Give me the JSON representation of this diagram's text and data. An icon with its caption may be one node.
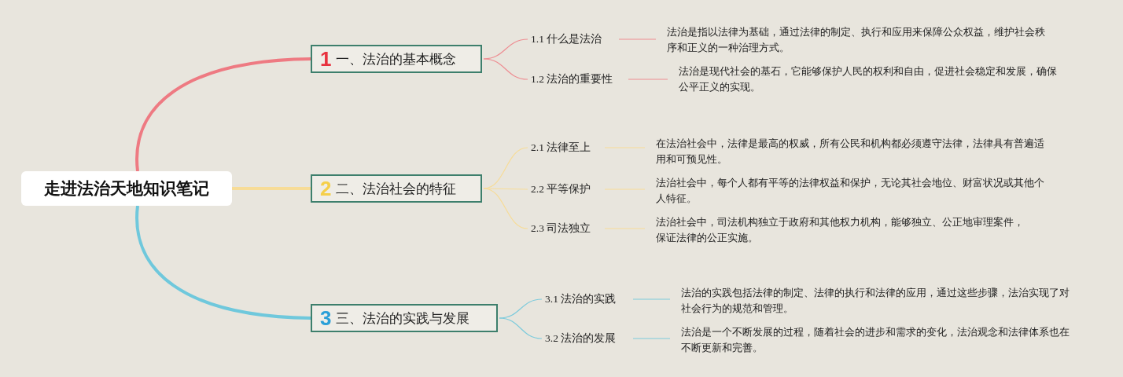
{
  "diagram": {
    "nodes": [
      {
        "text": [
          "走进法治天地知识笔记"
        ]
      },
      {
        "text": [
          "1",
          "一、法治的基本概念"
        ]
      },
      {
        "text": [
          "1.1 什么是法治"
        ]
      },
      {
        "text": [
          "法治是指以法律为基础，通过法律的制定、执行和应用来保障公众权益，维护社会秩序和正义的一种治理方式。"
        ]
      },
      {
        "text": [
          "1.2 法治的重要性"
        ]
      },
      {
        "text": [
          "法治是现代社会的基石，它能够保护人民的权利和自由，促进社会稳定和发展，确保公平正义的实现。"
        ]
      },
      {
        "text": [
          "2",
          "二、法治社会的特征"
        ]
      },
      {
        "text": [
          "2.1 法律至上"
        ]
      },
      {
        "text": [
          "在法治社会中，法律是最高的权威，所有公民和机构都必须遵守法律，法律具有普遍适用和可预见性。"
        ]
      },
      {
        "text": [
          "2.2 平等保护"
        ]
      },
      {
        "text": [
          "法治社会中，每个人都有平等的法律权益和保护，无论其社会地位、财富状况或其他个人特征。"
        ]
      },
      {
        "text": [
          "2.3 司法独立"
        ]
      },
      {
        "text": [
          "法治社会中，司法机构独立于政府和其他权力机构，能够独立、公正地审理案件，保证法律的公正实施。"
        ]
      },
      {
        "text": [
          "3",
          "三、法治的实践与发展"
        ]
      },
      {
        "text": [
          "3.1 法治的实践"
        ]
      },
      {
        "text": [
          "法治的实践包括法律的制定、法律的执行和法律的应用，通过这些步骤，法治实现了对社会行为的规范和管理。"
        ]
      },
      {
        "text": [
          "3.2 法治的发展"
        ]
      },
      {
        "text": [
          "法治是一个不断发展的过程，随着社会的进步和需求的变化，法治观念和法律体系也在不断更新和完善。"
        ]
      }
    ],
    "edges": [
      {
        "from": 0,
        "to": 1,
        "arrow": "none",
        "style": "thick",
        "color": "#ee7a82"
      },
      {
        "from": 1,
        "to": 2,
        "arrow": "none",
        "color": "#ee8d92"
      },
      {
        "from": 2,
        "to": 3,
        "arrow": "none",
        "color": "#ee8d92"
      },
      {
        "from": 1,
        "to": 4,
        "arrow": "none",
        "color": "#ee8d92"
      },
      {
        "from": 4,
        "to": 5,
        "arrow": "none",
        "color": "#ee8d92"
      },
      {
        "from": 0,
        "to": 6,
        "arrow": "none",
        "style": "thick",
        "color": "#f7dc97"
      },
      {
        "from": 6,
        "to": 7,
        "arrow": "none",
        "color": "#f7dc97"
      },
      {
        "from": 7,
        "to": 8,
        "arrow": "none",
        "color": "#f7dc97"
      },
      {
        "from": 6,
        "to": 9,
        "arrow": "none",
        "color": "#f7dc97"
      },
      {
        "from": 9,
        "to": 10,
        "arrow": "none",
        "color": "#f7dc97"
      },
      {
        "from": 6,
        "to": 11,
        "arrow": "none",
        "color": "#f7dc97"
      },
      {
        "from": 11,
        "to": 12,
        "arrow": "none",
        "color": "#f7dc97"
      },
      {
        "from": 0,
        "to": 13,
        "arrow": "none",
        "style": "thick",
        "color": "#6fc8dc"
      },
      {
        "from": 13,
        "to": 14,
        "arrow": "none",
        "color": "#7ccbdc"
      },
      {
        "from": 14,
        "to": 15,
        "arrow": "none",
        "color": "#7ccbdc"
      },
      {
        "from": 13,
        "to": 16,
        "arrow": "none",
        "color": "#7ccbdc"
      },
      {
        "from": 16,
        "to": 17,
        "arrow": "none",
        "color": "#7ccbdc"
      }
    ]
  }
}
